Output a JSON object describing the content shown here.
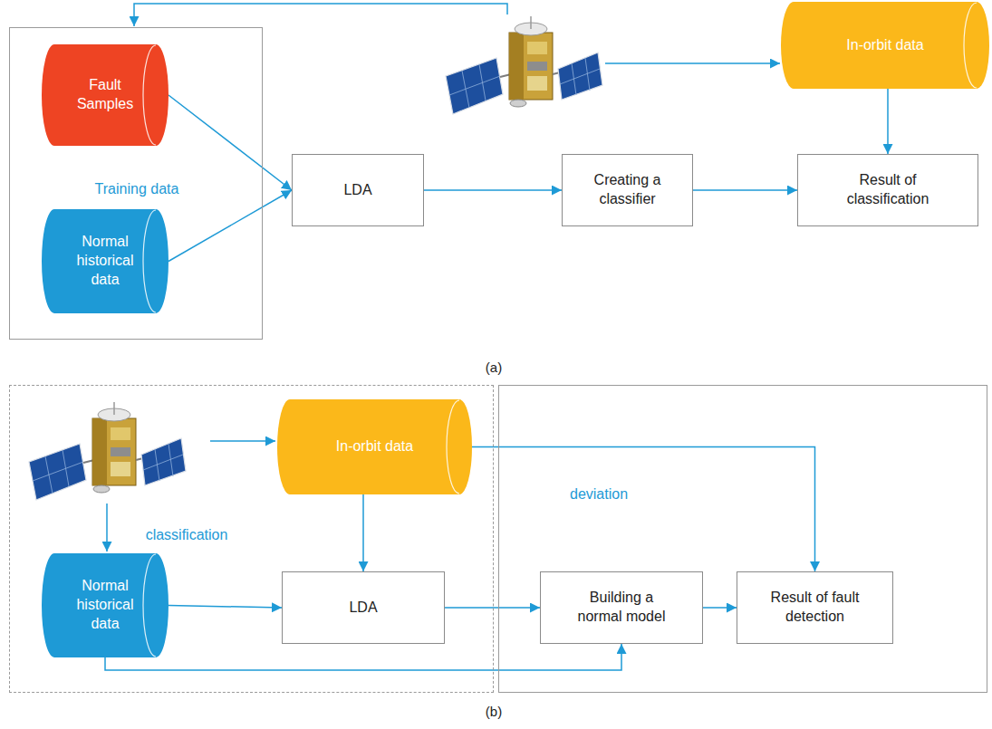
{
  "diagram": {
    "nodes": [
      {
        "text": [
          "Training data"
        ]
      },
      {
        "text": [
          "Fault Samples"
        ],
        "in": 0
      },
      {
        "text": [
          "Normal historical data"
        ],
        "in": 0
      },
      {
        "text": [
          "LDA"
        ]
      },
      {
        "text": [
          "Creating a classifier"
        ]
      },
      {
        "text": [
          "In-orbit data"
        ]
      },
      {
        "text": [
          "Result of classification"
        ]
      },
      {
        "text": [
          "classification"
        ]
      },
      {
        "text": [
          "In-orbit data"
        ],
        "in": 7
      },
      {
        "text": [
          "Normal historical data"
        ],
        "in": 7
      },
      {
        "text": [
          "LDA"
        ],
        "in": 7
      },
      {
        "text": [
          "deviation"
        ]
      },
      {
        "text": [
          "Building a normal model"
        ],
        "in": 11
      },
      {
        "text": [
          "Result of fault detection"
        ],
        "in": 11
      }
    ],
    "edges": [
      {
        "from": 1,
        "to": 3,
        "arrow": "to"
      },
      {
        "from": 2,
        "to": 3,
        "arrow": "to"
      },
      {
        "from": 3,
        "to": 4,
        "arrow": "to"
      },
      {
        "from": 4,
        "to": 6,
        "arrow": "to"
      },
      {
        "from": 5,
        "to": 6,
        "arrow": "to"
      },
      {
        "from": 8,
        "to": 10,
        "arrow": "to"
      },
      {
        "from": 9,
        "to": 10,
        "arrow": "to"
      },
      {
        "from": 10,
        "to": 12,
        "arrow": "to"
      },
      {
        "from": 9,
        "to": 12,
        "arrow": "to"
      },
      {
        "from": 12,
        "to": 13,
        "arrow": "to"
      },
      {
        "from": 8,
        "to": 13,
        "arrow": "to"
      }
    ],
    "labels": [
      "(a)",
      "(b)"
    ]
  }
}
